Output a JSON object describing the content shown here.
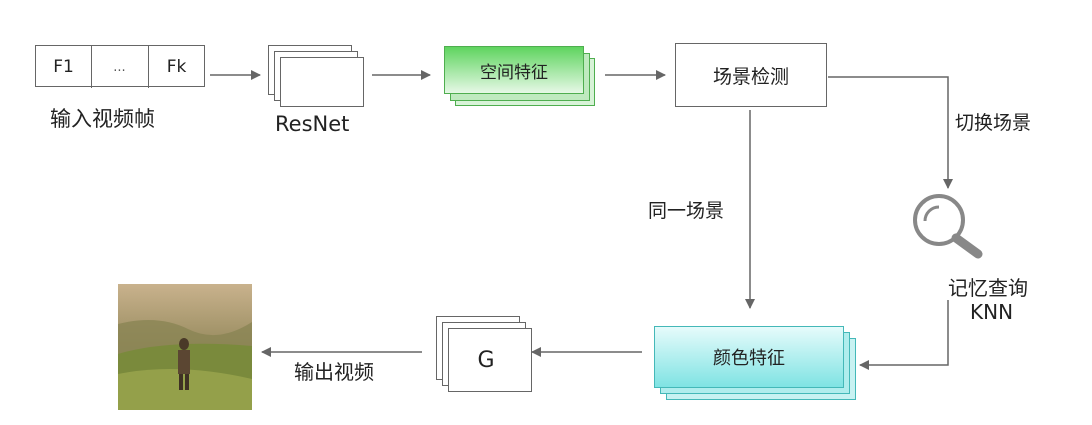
{
  "input_frames": {
    "cells": [
      "F1",
      "...",
      "Fk"
    ],
    "label": "输入视频帧"
  },
  "resnet": {
    "label": "ResNet"
  },
  "spatial_features": {
    "label": "空间特征"
  },
  "scene_detection": {
    "label": "场景检测"
  },
  "switch_scene": {
    "label": "切换场景"
  },
  "same_scene": {
    "label": "同一场景"
  },
  "memory_query": {
    "label_line1": "记忆查询",
    "label_line2": "KNN"
  },
  "color_features": {
    "label": "颜色特征"
  },
  "generator": {
    "label": "G"
  },
  "output_video": {
    "label": "输出视频"
  },
  "colors": {
    "green_top": "#5fd45f",
    "green_bottom": "#e6f8e6",
    "cyan_top": "#e6fbfb",
    "cyan_bottom": "#7fe3e3",
    "line": "#666666"
  }
}
